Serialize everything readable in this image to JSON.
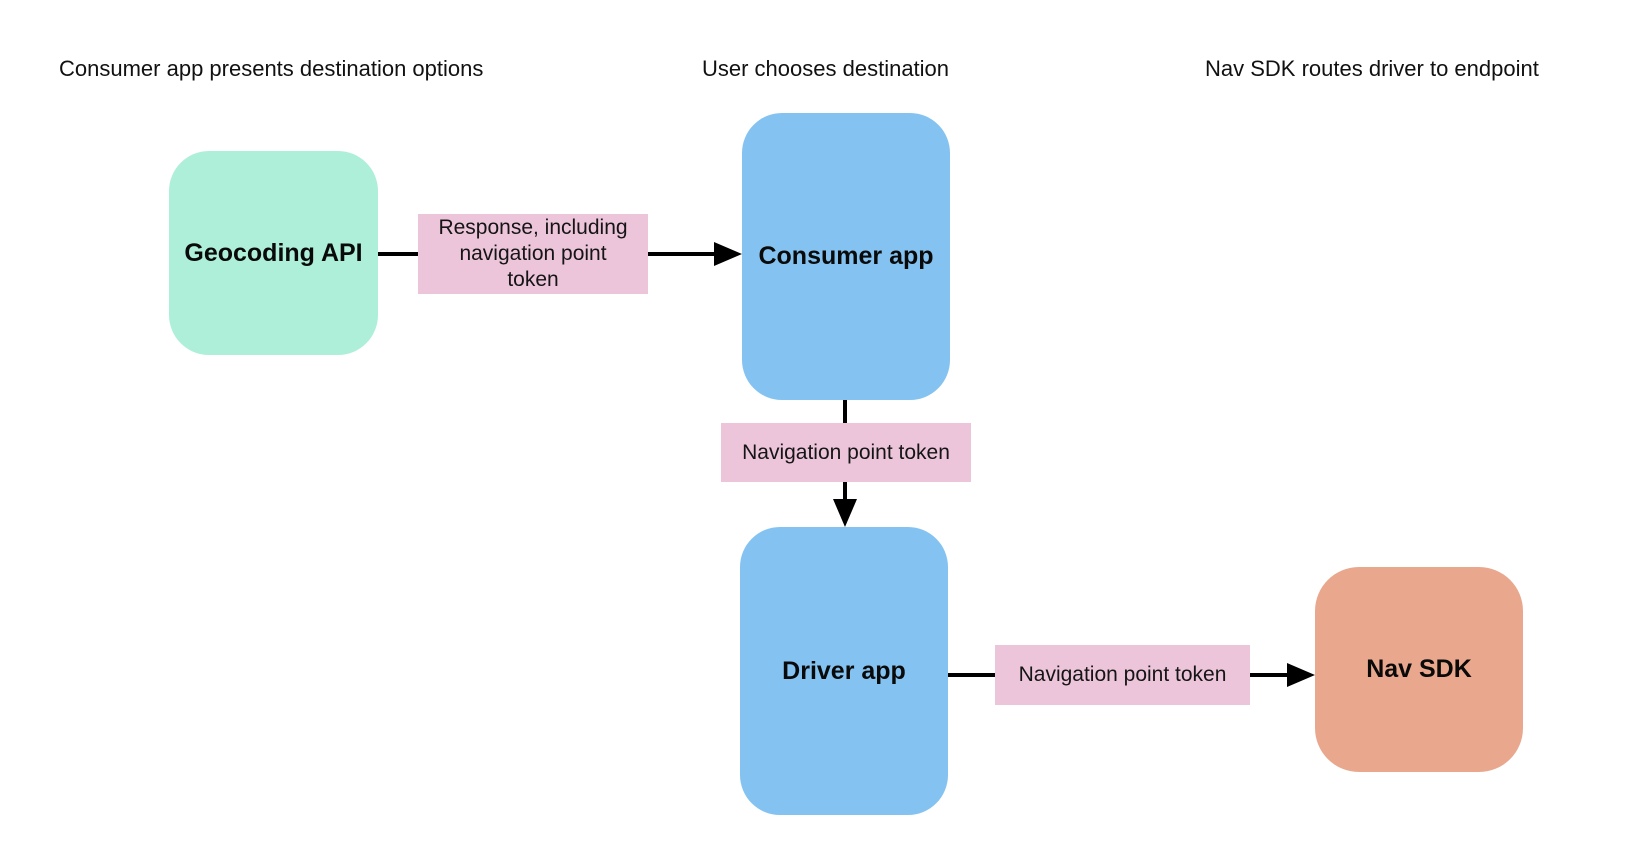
{
  "diagram": {
    "stage_labels": {
      "destination_options": "Consumer app presents destination options",
      "user_chooses": "User chooses destination",
      "nav_sdk_routes": "Nav SDK routes driver to endpoint"
    },
    "nodes": {
      "geocoding_api": {
        "label": "Geocoding API",
        "fill": "#aeefd9"
      },
      "consumer_app": {
        "label": "Consumer app",
        "fill": "#84c3f1"
      },
      "driver_app": {
        "label": "Driver app",
        "fill": "#84c3f1"
      },
      "nav_sdk": {
        "label": "Nav SDK",
        "fill": "#e9a88d"
      }
    },
    "edges": {
      "geocoding_to_consumer": {
        "label": "Response, including navigation point token"
      },
      "consumer_to_driver": {
        "label": "Navigation point token"
      },
      "driver_to_nav_sdk": {
        "label": "Navigation point token"
      }
    },
    "colors": {
      "edge_label_bg": "#edc5da",
      "arrow": "#000000",
      "background": "#ffffff",
      "text": "#111111"
    }
  }
}
